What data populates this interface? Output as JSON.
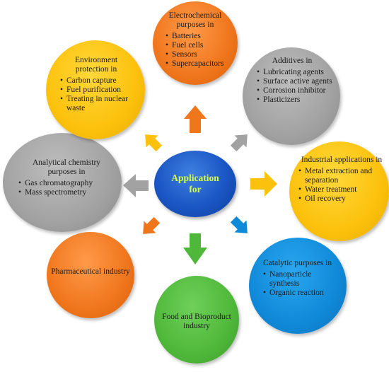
{
  "center": {
    "line1": "Application",
    "line2": "for"
  },
  "nodes": {
    "electrochemical": {
      "title": "Electrochemical purposes in",
      "items": [
        "Batteries",
        "Fuel cells",
        "Sensors",
        "Supercapacitors"
      ]
    },
    "additives": {
      "title": "Additives in",
      "items": [
        "Lubricating agents",
        "Surface active agents",
        "Corrosion inhibitor",
        "Plasticizers"
      ]
    },
    "industrial": {
      "title": "Industrial applications in",
      "items": [
        "Metal extraction and separation",
        "Water treatment",
        "Oil recovery"
      ]
    },
    "catalytic": {
      "title": "Catalytic purposes in",
      "items": [
        "Nanoparticle synthesis",
        "Organic reaction"
      ]
    },
    "food": {
      "title": "Food and Bioproduct industry"
    },
    "pharmaceutical": {
      "title": "Pharmaceutical industry"
    },
    "analytical": {
      "title": "Analytical chemistry purposes in",
      "items": [
        "Gas chromatography",
        "Mass spectrometry"
      ]
    },
    "environment": {
      "title": "Environment protection in",
      "items": [
        "Carbon capture",
        "Fuel purification",
        "Treating in nuclear waste"
      ]
    }
  },
  "colors": {
    "center": "#1a56c4",
    "center_text": "#d6ff3a",
    "orange": "#f0761c",
    "gray": "#a2a2a2",
    "yellow": "#fcc10c",
    "blue": "#1089d8",
    "green": "#4fb83a"
  }
}
